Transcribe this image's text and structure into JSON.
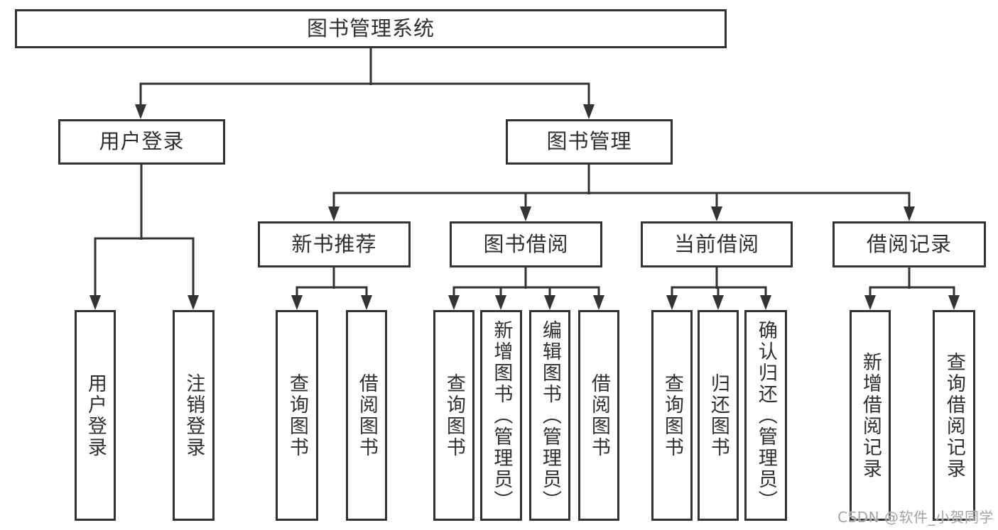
{
  "diagram": {
    "root": {
      "label": "图书管理系统"
    },
    "level2": [
      {
        "label": "用户登录"
      },
      {
        "label": "图书管理"
      }
    ],
    "level3": [
      {
        "label": "新书推荐"
      },
      {
        "label": "图书借阅"
      },
      {
        "label": "当前借阅"
      },
      {
        "label": "借阅记录"
      }
    ],
    "leaves": [
      {
        "label": "用户登录"
      },
      {
        "label": "注销登录"
      },
      {
        "label": "查询图书"
      },
      {
        "label": "借阅图书"
      },
      {
        "label": "查询图书"
      },
      {
        "label": "新增图书（管理员）"
      },
      {
        "label": "编辑图书（管理员）"
      },
      {
        "label": "借阅图书"
      },
      {
        "label": "查询图书"
      },
      {
        "label": "归还图书"
      },
      {
        "label": "确认归还（管理员）"
      },
      {
        "label": "新增借阅记录"
      },
      {
        "label": "查询借阅记录"
      }
    ]
  },
  "watermark": {
    "text": "CSDN @软件_小贺同学"
  },
  "colors": {
    "line": "#333333",
    "text": "#2f2f2f",
    "watermark": "#a3a3a3",
    "background": "#ffffff"
  }
}
